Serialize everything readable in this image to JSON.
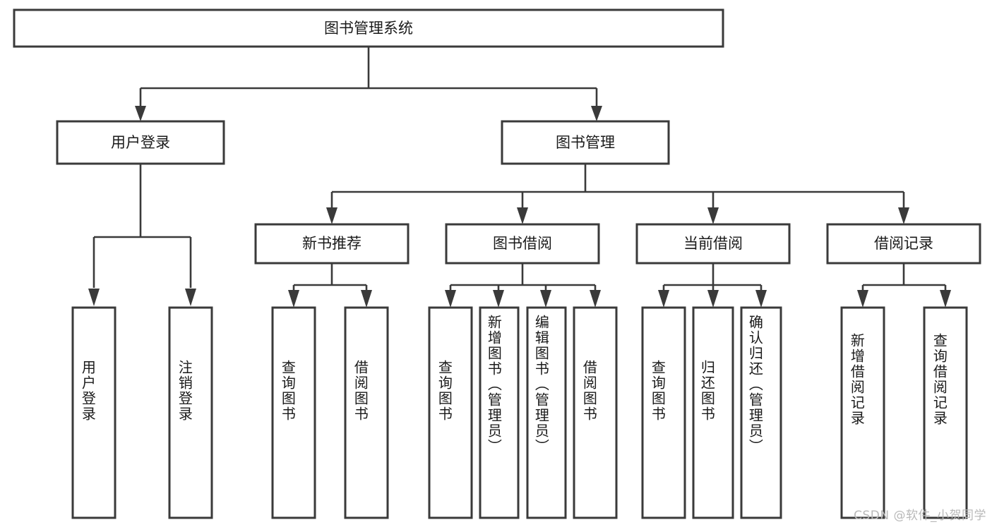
{
  "diagram": {
    "type": "tree",
    "title": "图书管理系统",
    "orientation": "top-down",
    "colors": {
      "box_fill": "#ffffff",
      "box_stroke": "#3a3a3a",
      "text": "#1a1a1a",
      "watermark": "#b9b9b9"
    },
    "levels": {
      "root": {
        "label": "图书管理系统"
      },
      "level2": [
        {
          "label": "用户登录"
        },
        {
          "label": "图书管理"
        }
      ],
      "level3": [
        {
          "label": "新书推荐"
        },
        {
          "label": "图书借阅"
        },
        {
          "label": "当前借阅"
        },
        {
          "label": "借阅记录"
        }
      ]
    },
    "leaves": {
      "user_login": [
        {
          "label": "用户登录"
        },
        {
          "label": "注销登录"
        }
      ],
      "new_book_recommend": [
        {
          "label": "查询图书"
        },
        {
          "label": "借阅图书"
        }
      ],
      "book_borrow": [
        {
          "label": "查询图书"
        },
        {
          "label": "新增图书（管理员）"
        },
        {
          "label": "编辑图书（管理员）"
        },
        {
          "label": "借阅图书"
        }
      ],
      "current_borrow": [
        {
          "label": "查询图书"
        },
        {
          "label": "归还图书"
        },
        {
          "label": "确认归还（管理员）"
        }
      ],
      "borrow_record": [
        {
          "label": "新增借阅记录"
        },
        {
          "label": "查询借阅记录"
        }
      ]
    }
  },
  "watermark": {
    "text": "CSDN @软件_小贺同学"
  }
}
